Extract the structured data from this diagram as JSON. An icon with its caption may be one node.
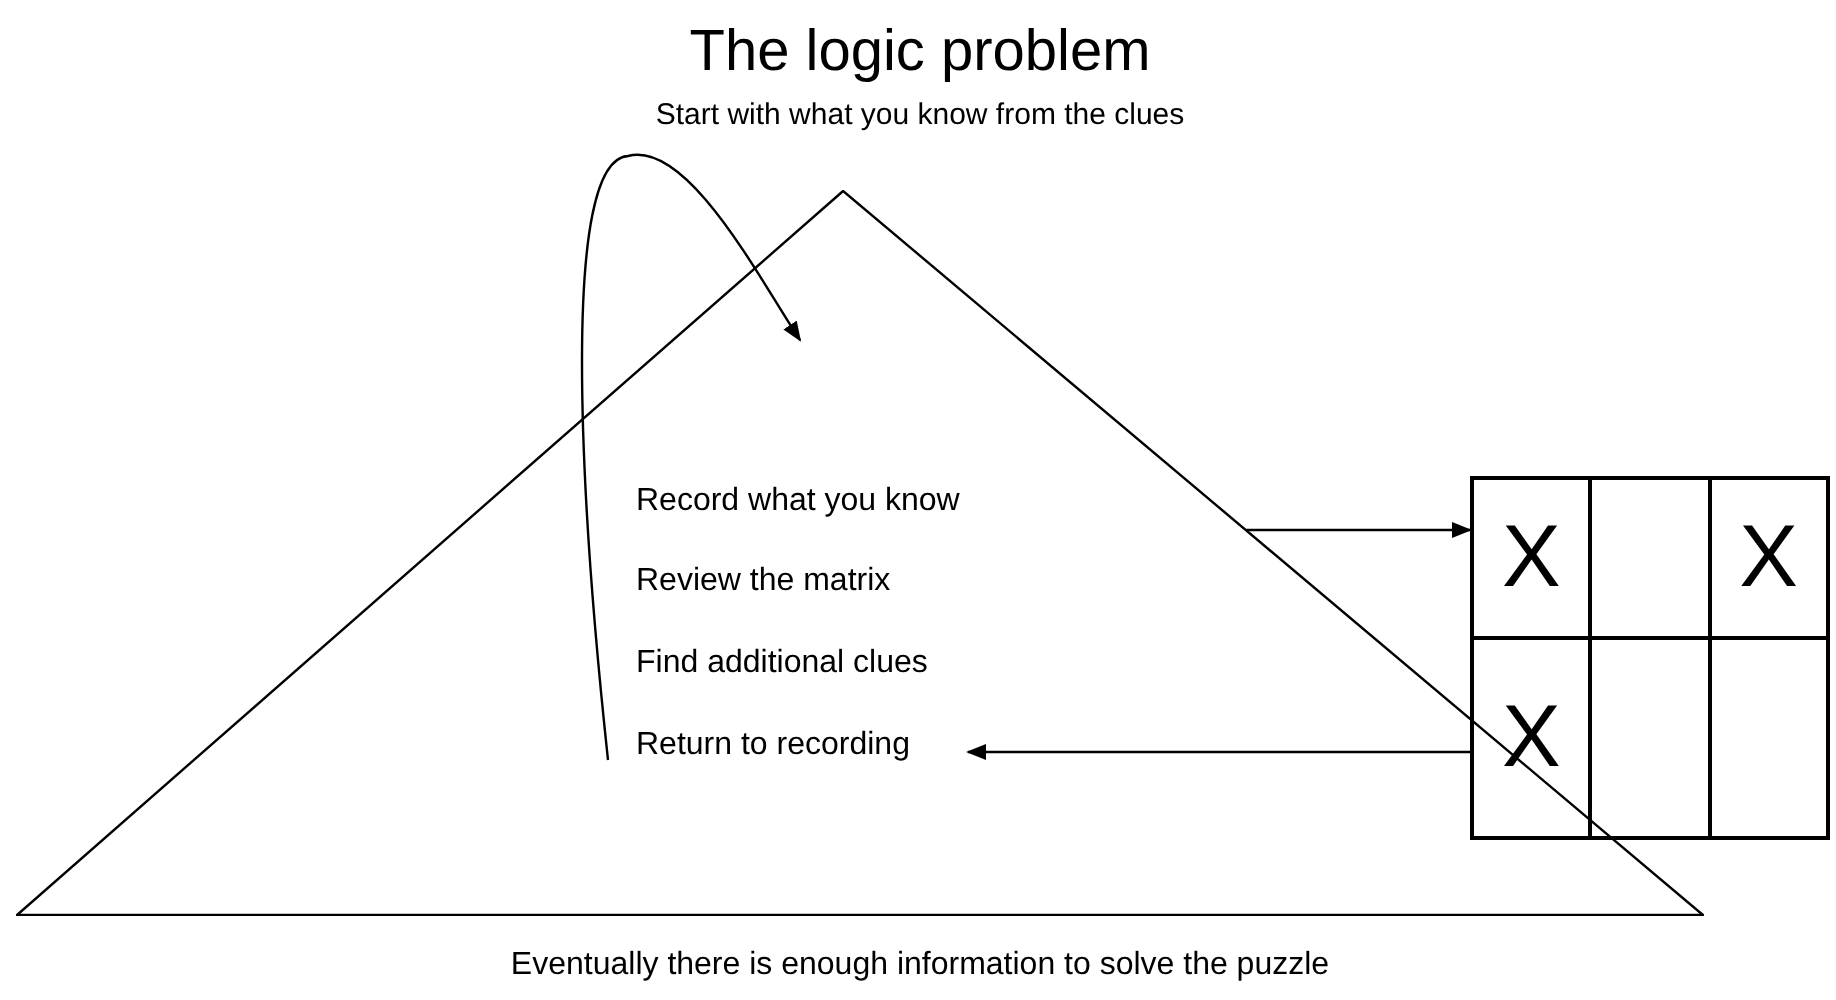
{
  "diagram": {
    "title": "The logic problem",
    "caption": "Eventually there is enough information to solve the puzzle",
    "nodes": [
      {
        "text": [],
        "shape": "triangle"
      },
      {
        "text": [
          "Record what you know"
        ],
        "in": 0
      },
      {
        "text": [
          "Review the matrix"
        ],
        "in": 0
      },
      {
        "text": [
          "Find additional clues"
        ],
        "in": 0
      },
      {
        "text": [
          "Return to recording"
        ],
        "in": 0
      },
      {
        "text": [],
        "shape": "grid"
      }
    ],
    "edges": [
      {
        "from": 0,
        "to": 5,
        "arrow": "to"
      },
      {
        "from": 5,
        "to": 4,
        "arrow": "to"
      },
      {
        "from": 4,
        "to": 1,
        "arrow": "to"
      }
    ],
    "labels": [
      "Start with what you know from the clues",
      "X",
      "X",
      "X"
    ]
  }
}
